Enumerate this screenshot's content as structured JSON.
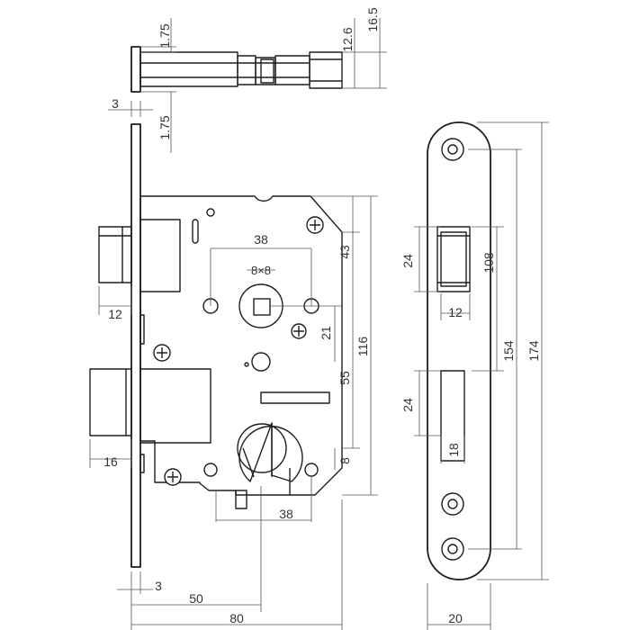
{
  "dimensions": {
    "top_a": "1.75",
    "top_b": "1.75",
    "top_c": "12.6",
    "top_d": "16.5",
    "plate_thickness": "3",
    "spindle_spacing": "38",
    "spindle_square": "8×8",
    "d43": "43",
    "d21": "21",
    "d55": "55",
    "d116": "116",
    "d8": "8",
    "latch_w": "12",
    "dead_w": "16",
    "cyl_spacing": "38",
    "bottom_3": "3",
    "backset": "50",
    "case_depth": "80",
    "strike_24a": "24",
    "strike_12": "12",
    "strike_108": "108",
    "strike_154": "154",
    "strike_174": "174",
    "strike_24b": "24",
    "strike_18": "18",
    "strike_width": "20"
  }
}
